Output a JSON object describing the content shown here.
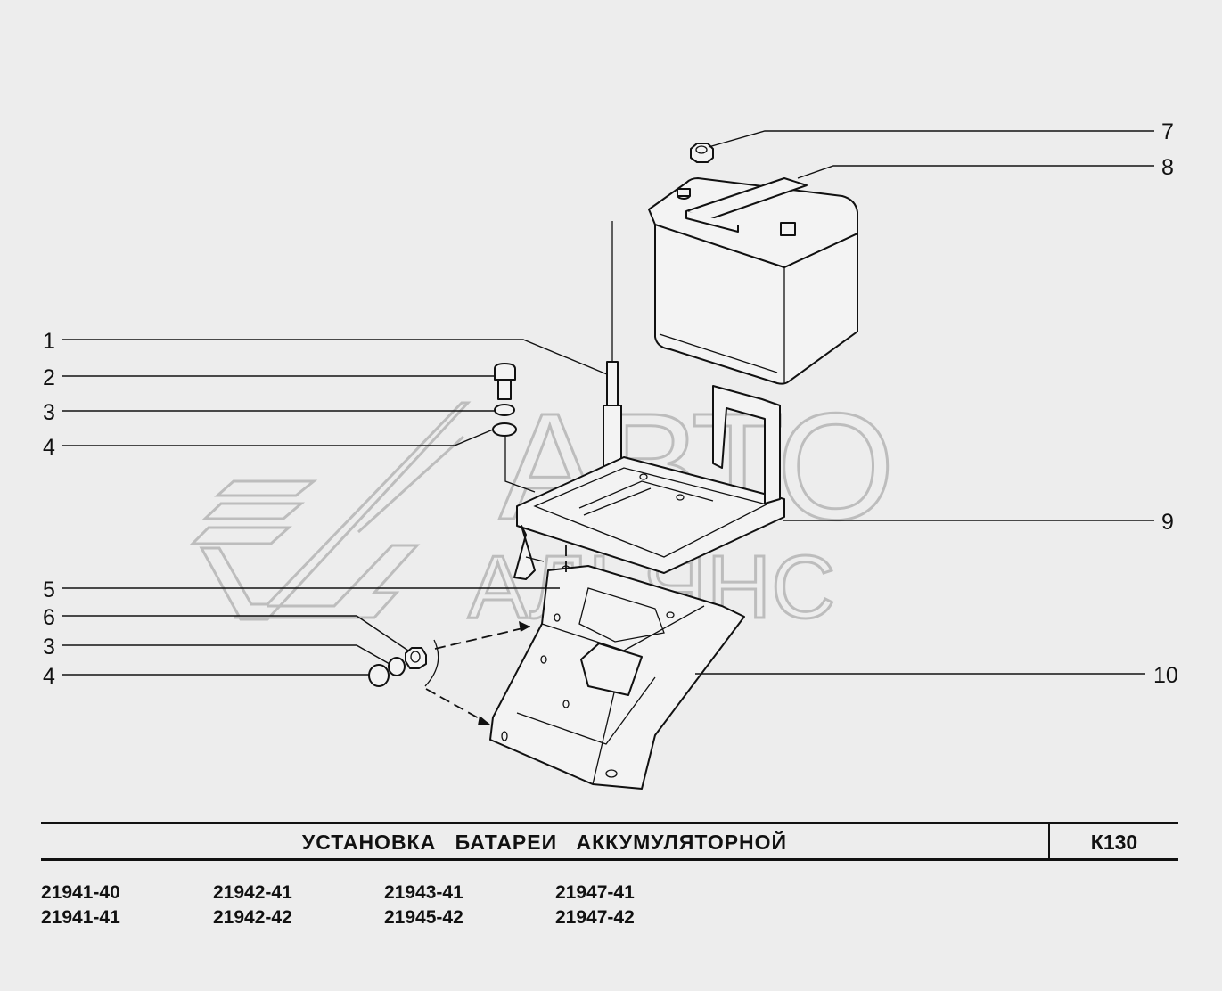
{
  "watermark": {
    "line1": "АВТО",
    "line2": "АЛЬЯНС"
  },
  "callouts": [
    "1",
    "2",
    "3",
    "4",
    "5",
    "6",
    "3",
    "4",
    "7",
    "8",
    "9",
    "10"
  ],
  "title": {
    "text": "УСТАНОВКА БАТАРЕИ АККУМУЛЯТОРНОЙ",
    "code": "К130"
  },
  "models": [
    "21941-40",
    "21941-41",
    "21942-41",
    "21942-42",
    "21943-41",
    "21945-42",
    "21947-41",
    "21947-42"
  ]
}
